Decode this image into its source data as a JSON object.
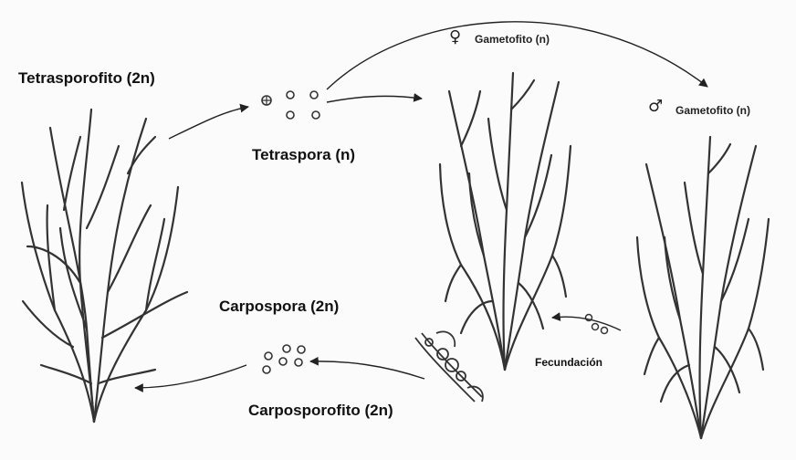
{
  "labels": {
    "tetrasporofito": "Tetrasporofito (2n)",
    "tetraspora": "Tetraspora (n)",
    "gametofito_fem": "Gametofito (n)",
    "gametofito_masc": "Gametofito (n)",
    "carpospora": "Carpospora (2n)",
    "carposporofito": "Carposporofito (2n)",
    "fecundacion": "Fecundación"
  },
  "symbols": {
    "female": "♀",
    "male": "♂"
  }
}
